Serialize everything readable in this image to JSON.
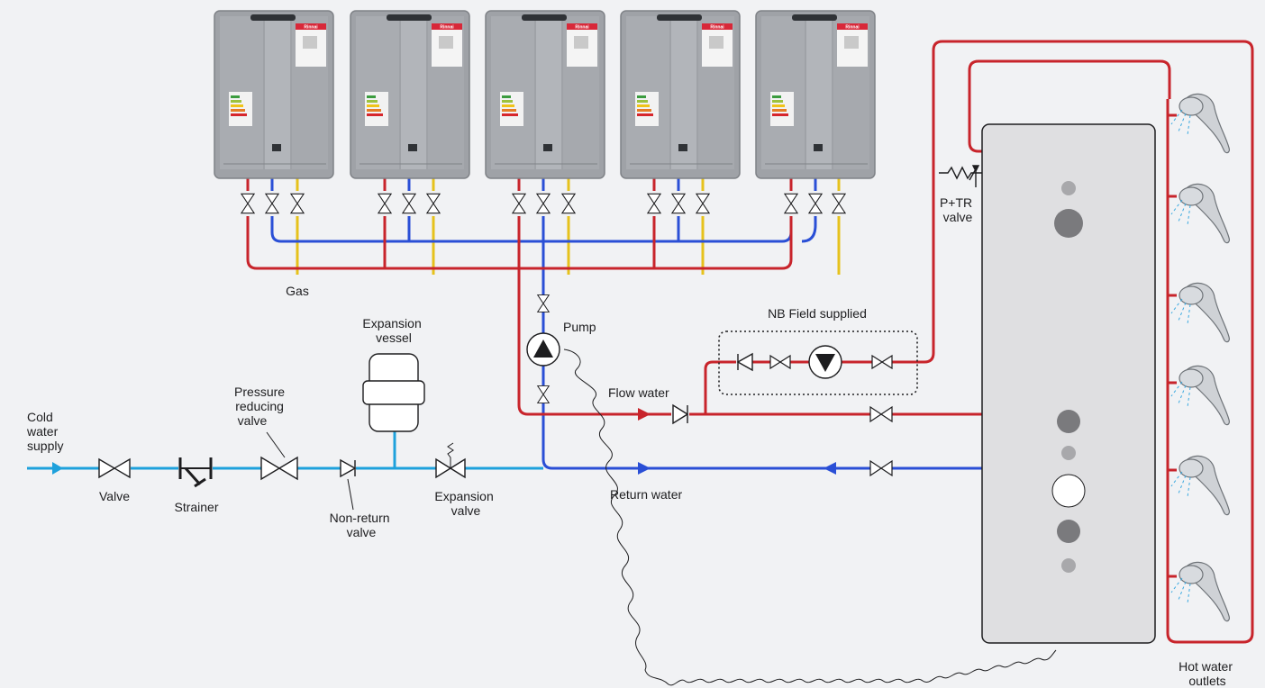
{
  "colors": {
    "hot": "#c8242b",
    "return": "#2a4fd6",
    "cold": "#1ea1dc",
    "gas": "#e6c21c",
    "background": "#f1f2f4",
    "tank": "#dfdfe1"
  },
  "heater_brand": "Rinnai",
  "labels": {
    "cold_water_supply": [
      "Cold",
      "water",
      "supply"
    ],
    "valve": "Valve",
    "strainer": "Strainer",
    "pressure_reducing_valve": [
      "Pressure",
      "reducing",
      "valve"
    ],
    "non_return_valve": [
      "Non-return",
      "valve"
    ],
    "expansion_vessel": [
      "Expansion",
      "vessel"
    ],
    "expansion_valve": [
      "Expansion",
      "valve"
    ],
    "gas": "Gas",
    "pump": "Pump",
    "flow_water": "Flow water",
    "return_water": "Return water",
    "field_supplied": "NB Field supplied",
    "ptr_valve": [
      "P+TR",
      "valve"
    ],
    "hot_water_outlets": [
      "Hot water",
      "outlets"
    ]
  },
  "icons": {
    "water_heater": "water-heater-icon",
    "shower_head": "shower-head-icon",
    "pump": "pump-icon",
    "gate_valve": "gate-valve-icon",
    "check_valve": "check-valve-icon",
    "strainer": "strainer-icon",
    "expansion_vessel": "expansion-vessel-icon",
    "flow_arrow": "flow-arrow-icon"
  }
}
